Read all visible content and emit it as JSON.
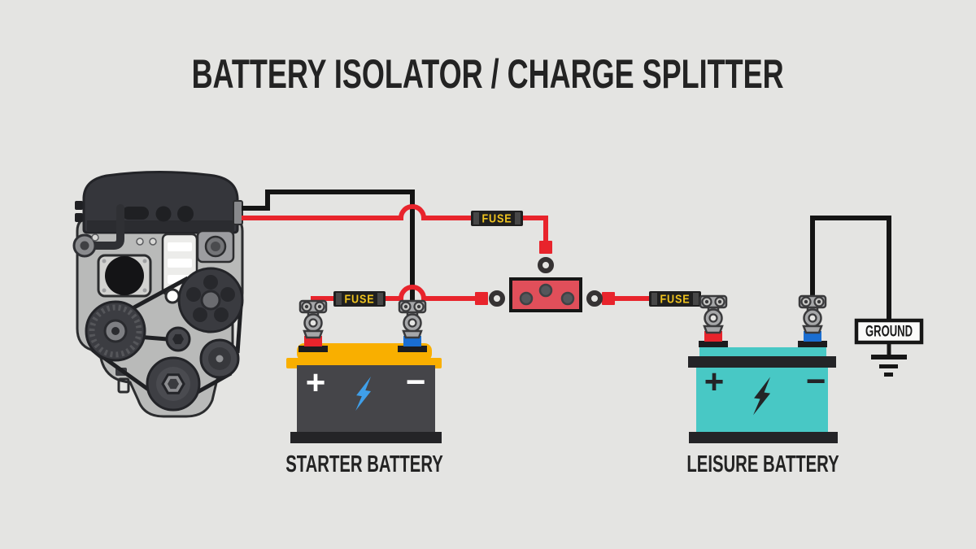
{
  "title": "BATTERY ISOLATOR / CHARGE SPLITTER",
  "fuses": {
    "label": "FUSE"
  },
  "ground": {
    "label": "GROUND"
  },
  "starter_battery": {
    "label": "STARTER BATTERY",
    "plus": "+",
    "minus": "−"
  },
  "leisure_battery": {
    "label": "LEISURE BATTERY",
    "plus": "+",
    "minus": "−"
  },
  "colors": {
    "bg": "#e4e4e2",
    "ink": "#232323",
    "wire_red": "#e8242c",
    "wire_black": "#141414",
    "battery_yellow": "#f9af00",
    "battery_dark": "#454549",
    "battery_teal": "#48c8c5",
    "strip_dark": "#242427",
    "post_blue": "#1a6ed2",
    "bolt_blue": "#3f9fe9",
    "isolator_red": "#e04f5a",
    "fuse_text": "#f0c41f",
    "metal": "#a6a7a9",
    "engine_gray": "#b9bab9"
  }
}
